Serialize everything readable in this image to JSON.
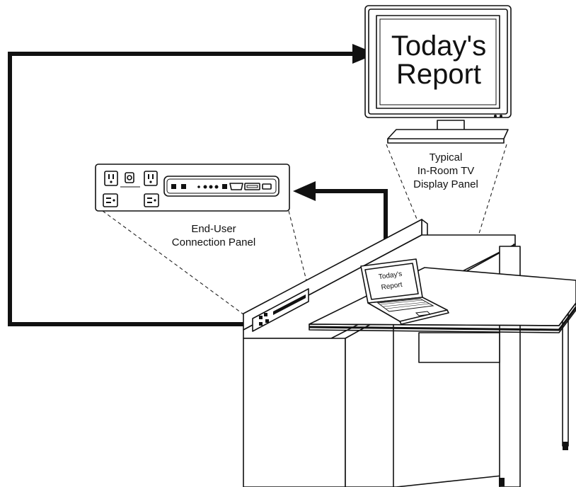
{
  "tv": {
    "screen_line1": "Today's",
    "screen_line2": "Report"
  },
  "laptop": {
    "screen_line1": "Today's",
    "screen_line2": "Report"
  },
  "labels": {
    "tv_caption_line1": "Typical",
    "tv_caption_line2": "In-Room TV",
    "tv_caption_line3": "Display Panel",
    "panel_caption_line1": "End-User",
    "panel_caption_line2": "Connection Panel"
  },
  "colors": {
    "line": "#111111",
    "background": "#ffffff"
  }
}
